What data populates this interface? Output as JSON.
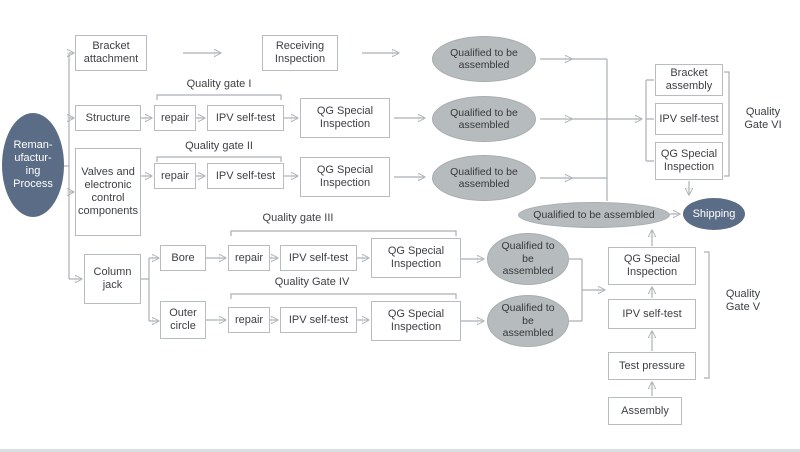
{
  "colors": {
    "background": "#ffffff",
    "box_border": "#b7bcc0",
    "box_text": "#3d4043",
    "qualified_ellipse_fill": "#b6bbbd",
    "dark_ellipse_fill": "#5b6d86",
    "connector": "#abb1b6"
  },
  "process": {
    "label": "Reman-ufactur-ing Process"
  },
  "row_bracket": {
    "step": "Bracket attachment",
    "inspection": "Receiving Inspection",
    "result": "Qualified to be assembled"
  },
  "row_structure": {
    "source": "Structure",
    "gate": "Quality gate I",
    "repair": "repair",
    "selftest": "IPV self-test",
    "inspection": "QG Special Inspection",
    "result": "Qualified to be assembled"
  },
  "row_valves": {
    "source": "Valves and electronic control components",
    "gate": "Quality gate II",
    "repair": "repair",
    "selftest": "IPV self-test",
    "inspection": "QG Special Inspection",
    "result": "Qualified to be assembled"
  },
  "column_jack": {
    "label": "Column jack"
  },
  "row_bore": {
    "source": "Bore",
    "gate": "Quality gate III",
    "repair": "repair",
    "selftest": "IPV self-test",
    "inspection": "QG Special Inspection",
    "result": "Qualified to be assembled"
  },
  "row_outer": {
    "source": "Outer circle",
    "gate": "Quality Gate IV",
    "repair": "repair",
    "selftest": "IPV self-test",
    "inspection": "QG Special Inspection",
    "result": "Qualified to be assembled"
  },
  "gate5": {
    "label": "Quality Gate V",
    "inspection": "QG Special Inspection",
    "selftest": "IPV self-test",
    "pressure": "Test pressure",
    "assembly": "Assembly",
    "result": "Qualified to be assembled"
  },
  "gate6": {
    "label": "Quality Gate VI",
    "assembly": "Bracket assembly",
    "selftest": "IPV self-test",
    "inspection": "QG Special Inspection"
  },
  "shipping": {
    "label": "Shipping"
  }
}
